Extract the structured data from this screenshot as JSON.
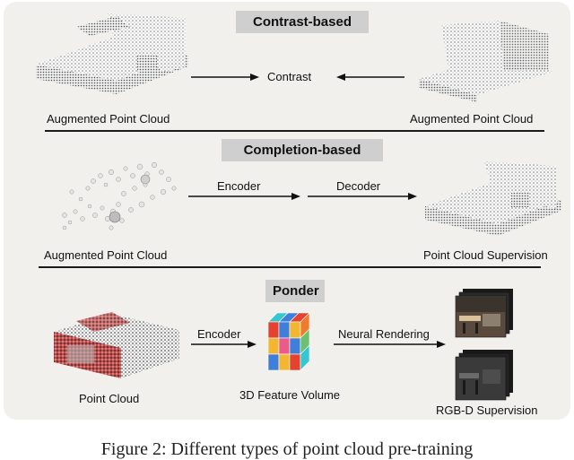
{
  "sections": {
    "contrast": {
      "title": "Contrast-based",
      "left_label": "Augmented Point Cloud",
      "center_label": "Contrast",
      "right_label": "Augmented Point Cloud"
    },
    "completion": {
      "title": "Completion-based",
      "encoder_label": "Encoder",
      "decoder_label": "Decoder",
      "left_label": "Augmented Point Cloud",
      "right_label": "Point Cloud Supervision"
    },
    "ponder": {
      "title": "Ponder",
      "encoder_label": "Encoder",
      "rendering_label": "Neural Rendering",
      "left_label": "Point Cloud",
      "cube_label": "3D Feature Volume",
      "right_label": "RGB-D Supervision"
    }
  },
  "caption": "Figure 2: Different types of point cloud pre-training",
  "colors": {
    "panel": "#f1f0ec",
    "badge": "#cfcfcf",
    "cube_red": "#e5432f",
    "cube_blue": "#3f7fd9",
    "cube_yellow": "#f2b630",
    "cube_teal": "#35c7d0",
    "cube_orange": "#f07b2c",
    "cube_green": "#6cc06f",
    "cube_pink": "#e85b8a"
  }
}
